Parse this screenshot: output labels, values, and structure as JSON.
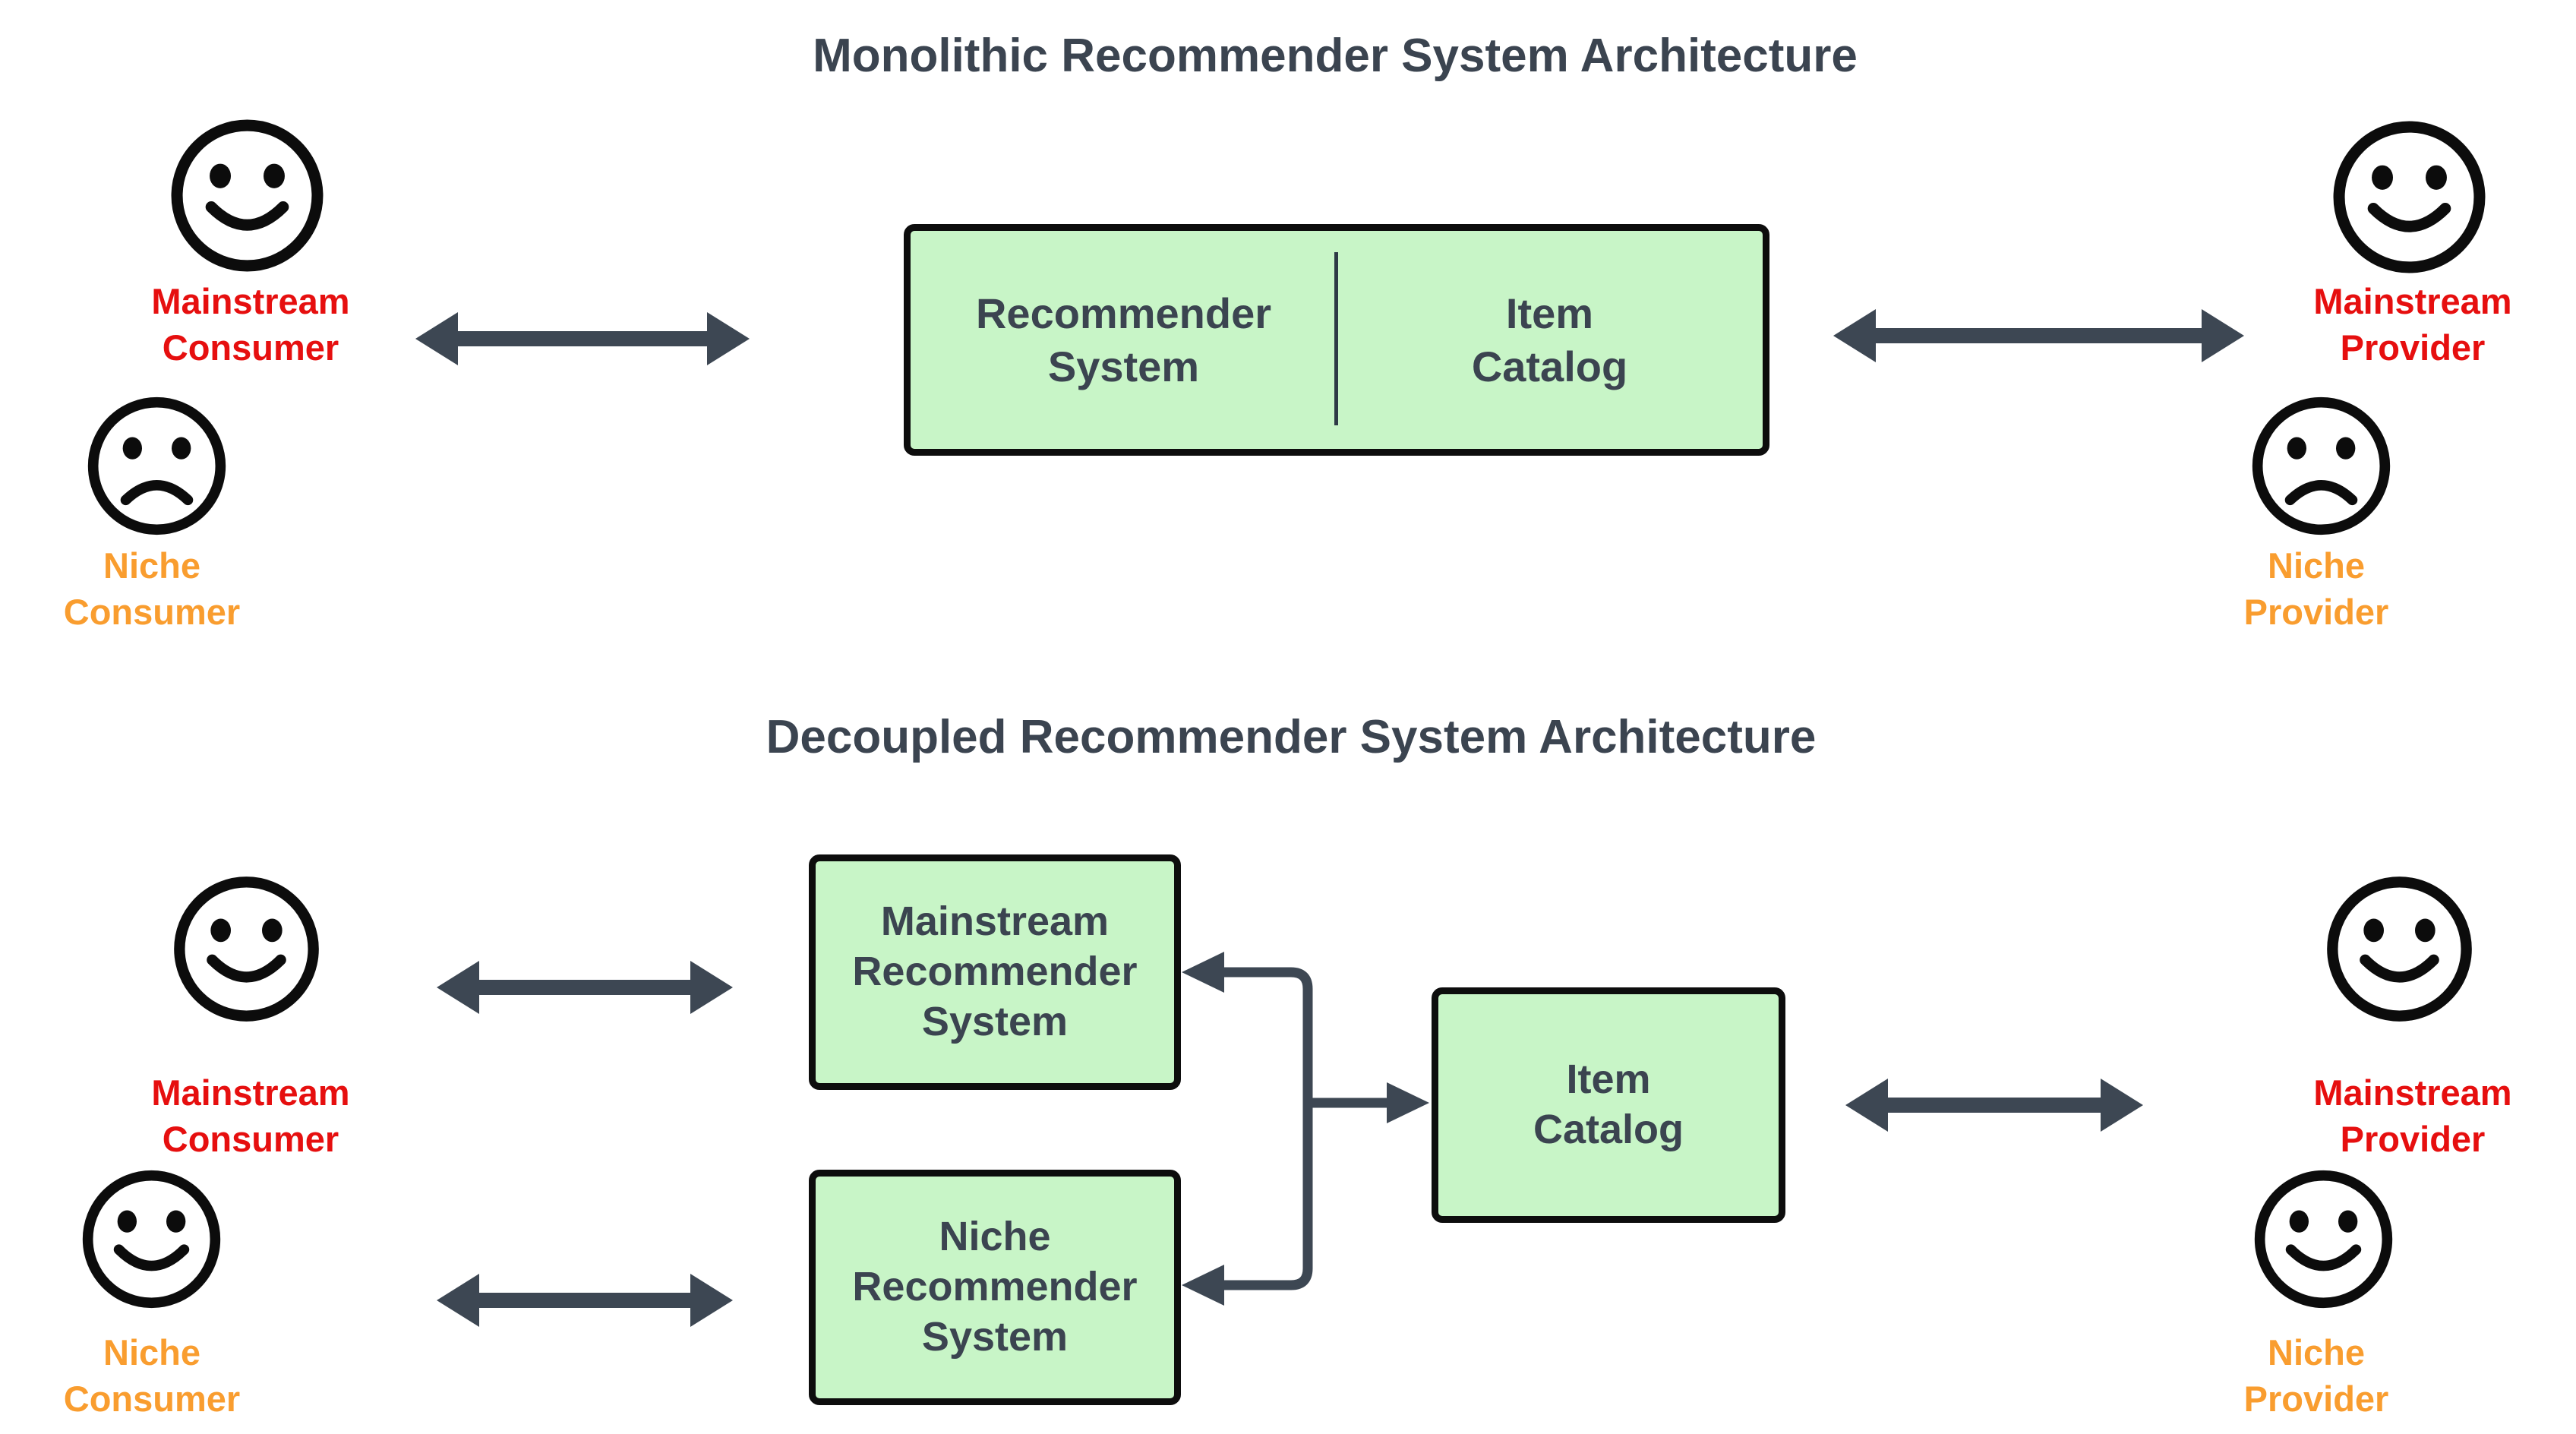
{
  "colors": {
    "text_dark": "#3b4450",
    "arrow_color": "#3d4753",
    "mainstream_red": "#e60f0f",
    "niche_orange": "#f99d2f",
    "box_fill": "#c8f5c7",
    "box_border": "#0d0d0d"
  },
  "sections": {
    "monolithic": {
      "title": "Monolithic Recommender System Architecture",
      "actors": {
        "mainstream_consumer": {
          "label": "Mainstream\nConsumer",
          "icon": "smiley-face-icon",
          "mood": "happy"
        },
        "niche_consumer": {
          "label": "Niche\nConsumer",
          "icon": "frowny-face-icon",
          "mood": "sad"
        },
        "mainstream_provider": {
          "label": "Mainstream\nProvider",
          "icon": "smiley-face-icon",
          "mood": "happy"
        },
        "niche_provider": {
          "label": "Niche\nProvider",
          "icon": "frowny-face-icon",
          "mood": "sad"
        }
      },
      "system_box": {
        "left": "Recommender\nSystem",
        "right": "Item\nCatalog"
      }
    },
    "decoupled": {
      "title": "Decoupled Recommender System Architecture",
      "actors": {
        "mainstream_consumer": {
          "label": "Mainstream\nConsumer",
          "icon": "smiley-face-icon",
          "mood": "happy"
        },
        "niche_consumer": {
          "label": "Niche\nConsumer",
          "icon": "smiley-face-icon",
          "mood": "happy"
        },
        "mainstream_provider": {
          "label": "Mainstream\nProvider",
          "icon": "smiley-face-icon",
          "mood": "happy"
        },
        "niche_provider": {
          "label": "Niche\nProvider",
          "icon": "smiley-face-icon",
          "mood": "happy"
        }
      },
      "boxes": {
        "mainstream_rs": "Mainstream\nRecommender\nSystem",
        "niche_rs": "Niche\nRecommender\nSystem",
        "item_catalog": "Item\nCatalog"
      }
    }
  }
}
